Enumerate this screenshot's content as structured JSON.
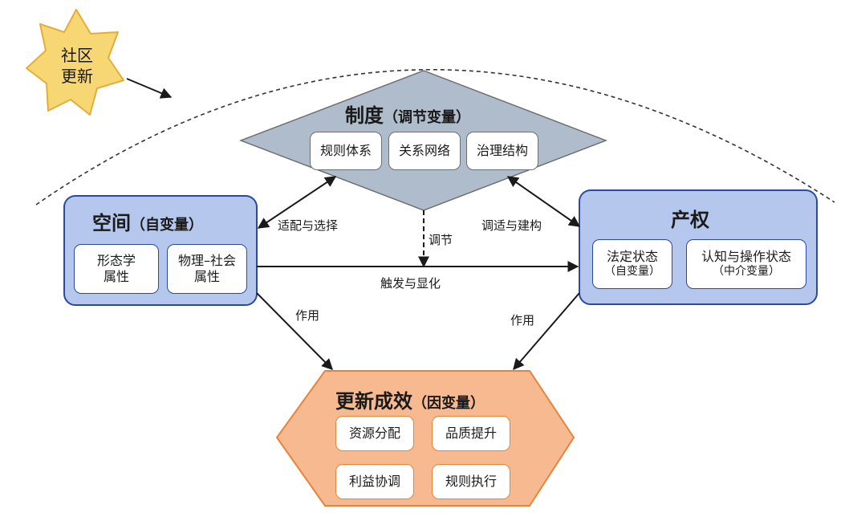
{
  "outer": {
    "line1": "社区",
    "line2": "更新"
  },
  "institution": {
    "title": "制度",
    "title_paren": "（调节变量）",
    "items": [
      "规则体系",
      "关系网络",
      "治理结构"
    ]
  },
  "space": {
    "title": "空间",
    "title_paren": "（自变量）",
    "items": [
      {
        "line1": "形态学",
        "line2": "属性"
      },
      {
        "line1": "物理–社会",
        "line2": "属性"
      }
    ]
  },
  "property": {
    "title": "产权",
    "items": [
      {
        "line1": "法定状态",
        "line2": "（自变量）"
      },
      {
        "line1": "认知与操作状态",
        "line2": "（中介变量）"
      }
    ]
  },
  "outcome": {
    "title": "更新成效",
    "title_paren": "（因变量）",
    "items": [
      "资源分配",
      "品质提升",
      "利益协调",
      "规则执行"
    ]
  },
  "edges": {
    "adapt": "适配与选择",
    "regulate": "调节",
    "adjust": "调适与建构",
    "trigger": "触发与显化",
    "effect_left": "作用",
    "effect_right": "作用"
  },
  "colors": {
    "star_fill": "#f7d774",
    "star_stroke": "#e3ad3a",
    "diamond_fill": "#aebccb",
    "space_fill": "#b5c7ec",
    "space_stroke": "#2b4aa0",
    "outcome_fill": "#f6b990",
    "outcome_stroke": "#e8833a"
  }
}
